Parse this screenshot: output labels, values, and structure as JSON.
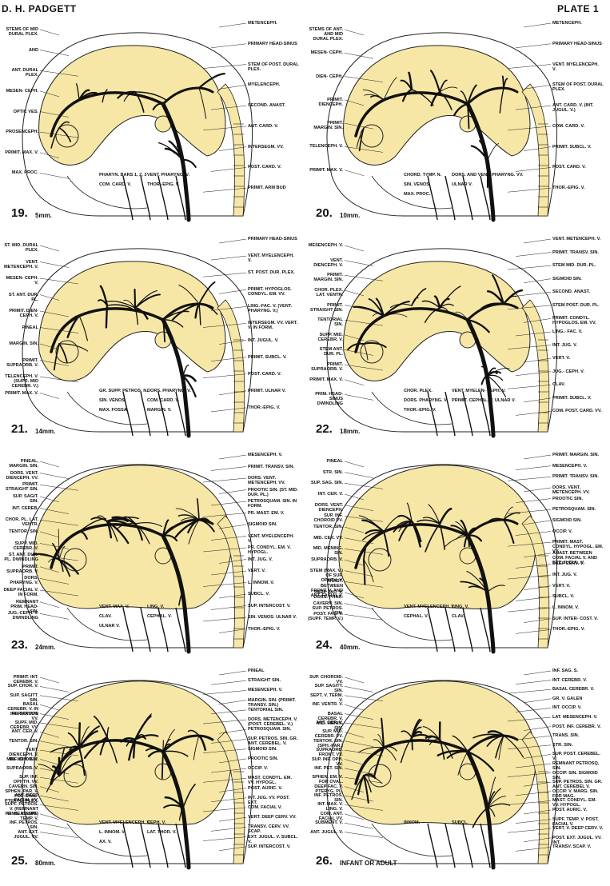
{
  "header": {
    "author": "D. H. PADGETT",
    "plate": "PLATE 1"
  },
  "colors": {
    "tissue": "#f7e7a6",
    "vessel": "#111111",
    "outline": "#222222",
    "background": "#ffffff"
  },
  "panels": [
    {
      "number": "19.",
      "size": "5mm.",
      "labels_left": [
        "STEMS OF MID DURAL PLEX.",
        "AND",
        "ANT. DURAL PLEX.",
        "MESEN- CEPH.",
        "OPTIC VES.",
        "PROSENCEPH.",
        "PRIMIT. MAX. V.",
        "MAX. PROC."
      ],
      "labels_right": [
        "METENCEPH.",
        "PRIMARY HEAD-SINUS",
        "STEM OF POST. DURAL PLEX.",
        "MYELENCEPH.",
        "SECOND. ANAST.",
        "ANT. CARD. V.",
        "INTERSEGM. VV.",
        "POST. CARD. V.",
        "PRIMIT. ARM BUD"
      ],
      "labels_inner": [
        "PHARYN. BARS 1, 2, 3",
        "VENT. PHARYNG. V.",
        "COM. CARD. V.",
        "THOR.-EPIG. V."
      ]
    },
    {
      "number": "20.",
      "size": "10mm.",
      "labels_left": [
        "STEMS OF ANT. AND MID DURAL PLEX.",
        "MESEN- CEPH.",
        "DIEN- CEPH.",
        "PRIMIT. DIENCEPH.",
        "PRIMIT. MARGIN. SIN.",
        "TELENCEPH. V.",
        "PRIMIT. MAX. V."
      ],
      "labels_right": [
        "METENCEPH.",
        "PRIMARY HEAD-SINUS",
        "VENT. MYELENCEPH. V.",
        "STEM OF POST. DURAL PLEX.",
        "ANT. CARD. V. (INT. JUGUL. V.)",
        "COM. CARD. V.",
        "PRIMIT. SUBCL. V.",
        "POST. CARD. V.",
        "THOR.-EPIG. V."
      ],
      "labels_inner": [
        "CHORD. TYMP. N.",
        "DORS. AND VENT. PHARYNG. VV.",
        "SIN. VENOS.",
        "ULNAR V.",
        "MAX. PROC."
      ]
    },
    {
      "number": "21.",
      "size": "14mm.",
      "labels_left": [
        "ST. MID. DURAL PLEX.",
        "VENT. METENCEPH. V.",
        "MESEN- CEPH. V.",
        "ST. ANT. DUR. PL.",
        "PRIMIT. DIEN- CEPH. V.",
        "PINEAL",
        "MARGIN. SIN.",
        "PRIMIT. SUPRAORB. V.",
        "TELENCEPH. V. (SUPR. MID CEREBR. V.)",
        "PRIMIT. MAX. V."
      ],
      "labels_right": [
        "PRIMARY HEAD-SINUS",
        "VENT. MYELENCEPH. V.",
        "ST. POST. DUR. PLEX.",
        "PRIMIT. HYPOGLOS. CONDYL. EM. VV.",
        "LING.-FAC. V. (VENT. PHARYNG. V.)",
        "INTERSEGM. VV. VERT. V. IN FORM.",
        "INT. JUGUL. V.",
        "PRIMIT. SUBCL. V.",
        "POST. CARD. V.",
        "PRIMIT. ULNAR V.",
        "THOR.-EPIG. V."
      ],
      "labels_inner": [
        "GR. SUPP. PETROS. N.",
        "DORS. PHARYNG. V.",
        "SIN. VENOS.",
        "COM. CARD. V.",
        "MAX. FOSSA",
        "MARGIN. V."
      ]
    },
    {
      "number": "22.",
      "size": "18mm.",
      "labels_left": [
        "MESENCEPH. V.",
        "VENT. DIENCEPH. V.",
        "PRIMIT. MARGIN. SIN.",
        "CHOR. PLEX. LAT. VENTR.",
        "PRIMIT. STRAIGHT SIN.",
        "TENTORIAL SIN.",
        "SUPP. MID. CEREBR. V.",
        "STEM ANT. DUR. PL.",
        "PRIMIT. SUPRAORB. V.",
        "PRIMIT. MAX. V.",
        "PRIM. HEAD-SINUS DWINDLING"
      ],
      "labels_right": [
        "VENT. METENCEPH. V.",
        "PRIMIT. TRANSV. SIN.",
        "STEM MID. DUR. PL.",
        "SIGMOID SIN.",
        "SECOND. ANAST.",
        "STEM POST. DUR. PL.",
        "PRIMIT. CONDYL. HYPOGLOS. EM. VV.",
        "LING.- FAC. V.",
        "INT. JUG. V.",
        "VERT. V.",
        "JUG.- CEPH. V.",
        "CLAV.",
        "PRIMIT. SUBCL. V.",
        "COM. POST. CARD. VV."
      ],
      "labels_inner": [
        "CHOR. PLEX.",
        "VENT. MYELEN- CEPH. V.",
        "DORS. PHARYNG. V.",
        "PRIMIT. CEPHAL. V. ULNAR V.",
        "THOR.-EPIG. V."
      ]
    },
    {
      "number": "23.",
      "size": "24mm.",
      "labels_left": [
        "PINEAL, MARGIN. SIN.",
        "DORS. VENT. DIENCEPH. VV.",
        "PRIMIT. STRAIGHT SIN.",
        "SUP. SAGIT. SIN.",
        "INT. CEREB.",
        "CHOR. PL. LAT. VENTR.",
        "TENTOR. SIN.",
        "SUPP. MID. CEREBR. V.",
        "ST. ANT. DUR. PL. DWINDLING",
        "PRIMIT. SUPRAORB. V.",
        "DORS. PHARYNG. V.",
        "DEEP FACIAL V. IN FORM.",
        "REMNANT PRIM. HEAD-SIN.",
        "JUG.-CEPH. V. DWINDLING"
      ],
      "labels_right": [
        "MESENCEPH. V.",
        "PRIMIT. TRANSV. SIN.",
        "DORS. VENT. METENCEPH. VV.",
        "PROOTIC SIN. (ST. MID. DUR. PL.)",
        "PETROSQUAM. SIN. IN FORM.",
        "PR. MAST. EM. V.",
        "SIGMOID SIN.",
        "VENT. MYELENCEPH. V.",
        "PR. CONDYL. EM. V. HYPOGL.",
        "INT. JUG. V.",
        "VERT. V.",
        "L. INNOM. V.",
        "SUBCL. V.",
        "SUP. INTERCOST. V.",
        "SIN. VENOS. ULNAR V.",
        "THOR.-EPIG. V."
      ],
      "labels_inner": [
        "VENT. MAX. V.",
        "LING. V.",
        "CLAV.",
        "CEPHAL. V.",
        "ULNAR V."
      ]
    },
    {
      "number": "24.",
      "size": "40mm.",
      "labels_left": [
        "PINEAL",
        "STR. SIN.",
        "SUP. SAG. SIN.",
        "INT. CER. V.",
        "DORS. VENT. DIENCEPH.",
        "SUP. INF. CHOROID VV.",
        "TENTOR. SIN.",
        "MID. CER. VV.",
        "MID. MENING. SIN.",
        "SUPRAORB. V.",
        "STEM (MAX. V.) OF SUP. OPHTH. V.",
        "ANAST. BETWEEN FRONT. V. AND ANT. FACIAL V.",
        "DEEP FAC. V. DORS. PHAR.",
        "CAVERN. SIN. SUP. PETROS. SIN.",
        "POST. FAC. V. (SUPF. TEMP. V.)"
      ],
      "labels_right": [
        "PRIMIT. MARGIN. SIN.",
        "MESENCEPH. V.",
        "PRIMIT. TRANSV. SIN.",
        "DORS. VENT. METENCEPH. VV.",
        "PROOTIC SIN.",
        "PETROSQUAM. SIN.",
        "SIGMOID SIN.",
        "OCCIP. V.",
        "PRIMIT. MAST. CONDYL. HYPOGL. EM. VV.",
        "ANAST. BETWEEN COM. FACIAL V. AND EXT. JUGUL. V.",
        "DEEP CERV. V.",
        "INT. JUG. V.",
        "VERT. V.",
        "SUBCL. V.",
        "L. INNOM. V.",
        "SUP. INTER- COST. V.",
        "THOR.-EPIG. V."
      ],
      "labels_inner": [
        "VENT. MYELENCEPH. V.",
        "LING. V.",
        "CEPHAL. V.",
        "CLAV."
      ]
    },
    {
      "number": "25.",
      "size": "80mm.",
      "labels_left": [
        "PRIMIT. INT. CEREBR. V.",
        "SUP. CHOR. V.",
        "SUP. SAGITT. SIN.",
        "BASAL CEREBR. V. IN FORMATION",
        "INF. STRIATE VV.",
        "SUPF. MID. CEREBR. VV.",
        "ANT. CER. V.",
        "TENTOR. SIN.",
        "VENT. DIENCEPH. V. INF. CHOR. V.",
        "MID. MEN. SIN.",
        "SUPRAORB. V.",
        "SUP. INF. OPHTH. VV.",
        "CAVERN. SIN. SPHEN. PAR. V. FOR OVAL. PTERYG. PLEX.",
        "ANT. DEEP FACIAL VV.",
        "SUPF. PETROS. V. (REMNANT PR. HEAD-SIN.)",
        "LING. V. SUPF. TEMP. V.",
        "INF. PETROS. SIN.",
        "ANT. EXT. JUGUL. VV."
      ],
      "labels_right": [
        "PINEAL",
        "STRAIGHT SIN.",
        "MESENCEPH. V.",
        "MARGIN. SIN. (PRIMIT. TRANSV. SIN.)",
        "TENTORIAL SIN.",
        "DORS. METENCEPH. V. (POST. CEREBEL. V.)",
        "PETROSQUAM. SIN.",
        "SUP. PETROS. SIN. GR. ANT. CEREBEL. V.",
        "SIGMOID SIN.",
        "PROOTIC SIN.",
        "OCCIP. V.",
        "MAST. CONDYL. EM. VV. HYPOGL.",
        "POST. AURIC. V.",
        "INT. JUG. VV. POST. EXT.",
        "COM. FACIAL V.",
        "VERT. DEEP CERV. VV.",
        "TRANSV. CERV. VV. SCAP.",
        "EXT. JUGUL. V. SUBCL. V.",
        "SUP. INTERCOST. V."
      ],
      "labels_inner": [
        "VENT. MYELENCEPH. V.",
        "CEPH. V.",
        "L. INNOM. V.",
        "LAT. THOR. V.",
        "AX. V."
      ]
    },
    {
      "number": "26.",
      "size": "INFANT OR ADULT",
      "labels_left": [
        "SUP. CHOROID. VV.",
        "SUP. SAGITT. SIN.",
        "SEPT. V. TERM. V.",
        "INF. VENTR. V.",
        "BASAL CEREBR. V. MID. MENIN. SIN.",
        "ANT. CER. V.",
        "SUP. MID. CEREBR. VV.",
        "TENTOR. SIN. (SPH.-PAR.)",
        "SUPRAORB. FRONT. VV.",
        "SUP. INF. OPH. VV.",
        "INF. PET. SIN.",
        "SPHEN. EM. V. FOR OVAL.",
        "DEEP FAC. V. PTERYG. PL.",
        "INF. PETROS. SIN.",
        "INT. MAX. V. LING. V.",
        "COM. ANT. FACIAL VV.",
        "SUBMENT. V.",
        "ANT. JUGUL. V."
      ],
      "labels_right": [
        "INF. SAG. S.",
        "INT. CEREBR. V.",
        "BASAL CEREBR. V.",
        "GR. V. GALEN",
        "INT. OCCIP. V.",
        "LAT. MESENCEPH. V.",
        "POST. INF. CEREBR. V.",
        "TRANS. SIN.",
        "STR. SIN.",
        "SUP. POST. CEREBEL. V.",
        "REMNANT PETROSQ. SIN.",
        "OCCIP. SIN. SIGMOID SIN.",
        "SUP. PETROS. SIN. GR. ANT. CEREBEL V.",
        "OCCIP. V. MARG. SIN. FOR MAG.",
        "MAST. CONDYL. EM. VV. HYPOGL.",
        "POST. AURIC. V.",
        "SUPF. TEMP. V. POST. FACIAL V.",
        "VERT. V. DEEP CERV. V.",
        "POST. EXT. JUGUL. VV. INT.",
        "TRANSV. SCAP. V."
      ],
      "labels_inner": [
        "INNOM.",
        "SUBCL."
      ]
    }
  ]
}
